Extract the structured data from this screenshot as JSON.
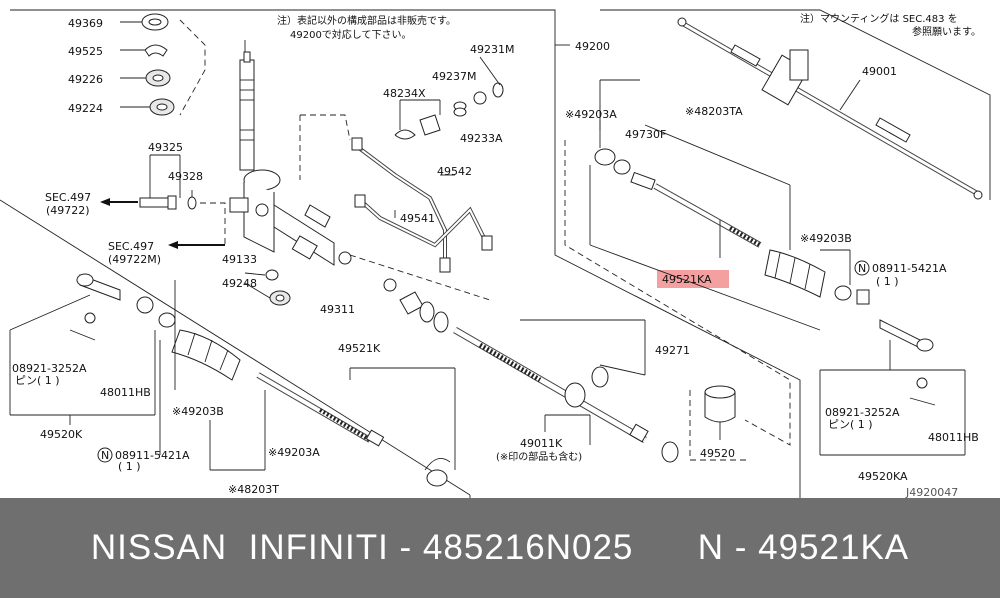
{
  "notes": {
    "note_left_1": "注）表記以外の構成部品は非販売です。",
    "note_left_2": "49200で対応して下さい。",
    "note_right_1": "注）マウンティングは SEC.483 を",
    "note_right_2": "参照願います。",
    "ref_code": "J4920047"
  },
  "labels": {
    "p49369": "49369",
    "p49525": "49525",
    "p49226": "49226",
    "p49224": "49224",
    "p49325": "49325",
    "p49328": "49328",
    "sec497a": "SEC.497",
    "sec497a_sub": "(49722)",
    "sec497b": "SEC.497",
    "sec497b_sub": "(49722M)",
    "p49133": "49133",
    "p49248": "49248",
    "p49311": "49311",
    "p48234x": "48234X",
    "p49237m": "49237M",
    "p49231m": "49231M",
    "p49233a": "49233A",
    "p49542": "49542",
    "p49541": "49541",
    "p49200": "49200",
    "p49001": "49001",
    "p49203a_top": "※49203A",
    "p49730f": "49730F",
    "p48203ta": "※48203TA",
    "p49203b_right": "※49203B",
    "p49521ka": "49521KA",
    "n08911_right": "08911-5421A",
    "n08911_right_sub": "( 1 )",
    "p49271": "49271",
    "p49011k": "49011K",
    "p49011k_note": "(※印の部品も含む)",
    "p49520": "49520",
    "p49521k": "49521K",
    "p49203b_left": "※49203B",
    "p49203a_left": "※49203A",
    "p48203t": "※48203T",
    "n08911_left": "08911-5421A",
    "n08911_left_sub": "( 1 )",
    "p08921_left": "08921-3252A",
    "p08921_left_sub": "ピン( 1 )",
    "p48011hb_left": "48011HB",
    "p49520k": "49520K",
    "p08921_right": "08921-3252A",
    "p08921_right_sub": "ピン( 1 )",
    "p48011hb_right": "48011HB",
    "p49520ka": "49520KA",
    "n_symbol": "N"
  },
  "highlight_color": "#f4a0a0",
  "banner": {
    "text": "NISSAN  INFINITI - 485216N025      N - 49521KA"
  }
}
